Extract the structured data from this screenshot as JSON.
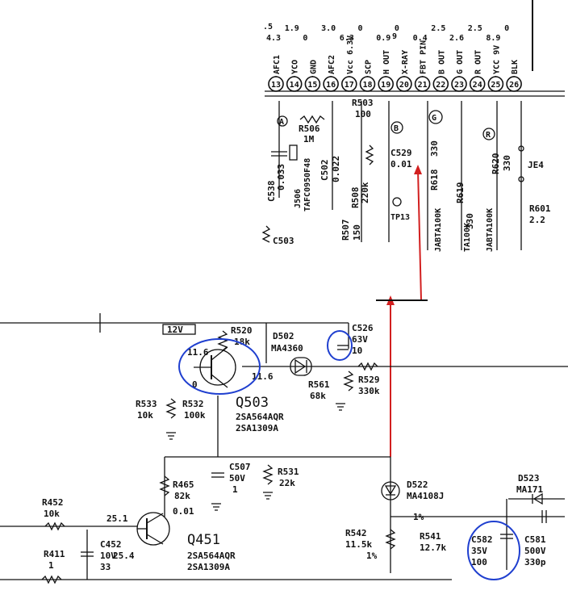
{
  "pins": [
    {
      "num": "13",
      "name": "AFC1",
      "volt": "4.3"
    },
    {
      "num": "14",
      "name": "YCO",
      "volt": "1.9"
    },
    {
      "num": "15",
      "name": "GND",
      "volt": "0"
    },
    {
      "num": "16",
      "name": "AFC2",
      "volt": "3.0"
    },
    {
      "num": "17",
      "name": "Vcc 6.3V",
      "volt": "6.3"
    },
    {
      "num": "18",
      "name": "SCP",
      "volt": "0"
    },
    {
      "num": "19",
      "name": "H OUT",
      "volt": "0.9"
    },
    {
      "num": "20",
      "name": "X-RAY",
      "volt": "0"
    },
    {
      "num": "21",
      "name": "FBT PIN",
      "volt": "0.4"
    },
    {
      "num": "22",
      "name": "B OUT",
      "volt": "2.5"
    },
    {
      "num": "23",
      "name": "G OUT",
      "volt": "2.6"
    },
    {
      "num": "24",
      "name": "R OUT",
      "volt": "2.5"
    },
    {
      "num": "25",
      "name": "YCC 9V",
      "volt": "8.9"
    },
    {
      "num": "26",
      "name": "BLK",
      "volt": "0"
    }
  ],
  "top_marks": {
    "first": ".5",
    "h_out_extra": "9"
  },
  "upper": {
    "r503": "R503",
    "r503_v": "100",
    "r506": "R506",
    "r506_v": "1M",
    "c502": "C502",
    "c502_v": "0.022",
    "c538": "C538",
    "c538_v": "0.033",
    "crystal": "TAFC0950F48",
    "j506": "J506",
    "r508": "R508",
    "r508_v": "220k",
    "r507": "R507",
    "r507_v": "150",
    "c503": "C503",
    "c529": "C529",
    "c529_v": "0.01",
    "tp13": "TP13",
    "r618": "R618",
    "r618_v": "330",
    "r619": "R619",
    "r619_v": "330",
    "r620": "R620",
    "r620_v": "330",
    "r601": "R601",
    "r601_v": "2.2",
    "je4": "JE4",
    "marker_a": "A",
    "marker_b": "B",
    "marker_g": "G",
    "marker_r": "R",
    "side1": "JABTA100K",
    "side2": "TA100K",
    "side3": "JABTA100K"
  },
  "lower": {
    "tag_12v": "12V",
    "r520": "R520",
    "r520_v": "18k",
    "d502": "D502",
    "d502_part": "MA4360",
    "c526": "C526",
    "c526_v1": "63V",
    "c526_v2": "10",
    "v_11_6a": "11.6",
    "v_11_6b": "11.6",
    "v_0": "0",
    "r561": "R561",
    "r561_v": "68k",
    "r529": "R529",
    "r529_v": "330k",
    "q503": "Q503",
    "q503_p1": "2SA564AQR",
    "q503_p2": "2SA1309A",
    "r533": "R533",
    "r533_v": "10k",
    "r532": "R532",
    "r532_v": "100k",
    "r465": "R465",
    "r465_v": "82k",
    "v_001": "0.01",
    "c507": "C507",
    "c507_v1": "50V",
    "c507_v2": "1",
    "r531": "R531",
    "r531_v": "22k",
    "d522": "D522",
    "d522_part": "MA4108J",
    "d523": "D523",
    "d523_part": "MA171",
    "r452": "R452",
    "r452_v": "10k",
    "r411": "R411",
    "r411_v": "1",
    "c452": "C452",
    "c452_v1": "10V",
    "c452_v2": "33",
    "v_25_1": "25.1",
    "v_25_4": "25.4",
    "q451": "Q451",
    "q451_p1": "2SA564AQR",
    "q451_p2": "2SA1309A",
    "pct1": "1%",
    "pct2": "1%",
    "r542": "R542",
    "r542_v": "11.5k",
    "r541": "R541",
    "r541_v": "12.7k",
    "c582": "C582",
    "c582_v1": "35V",
    "c582_v2": "100",
    "c581": "C581",
    "c581_v1": "500V",
    "c581_v2": "330p"
  },
  "colors": {
    "annotation_red": "#d21f1f",
    "annotation_blue": "#1f3fcf",
    "ink": "#111111"
  }
}
